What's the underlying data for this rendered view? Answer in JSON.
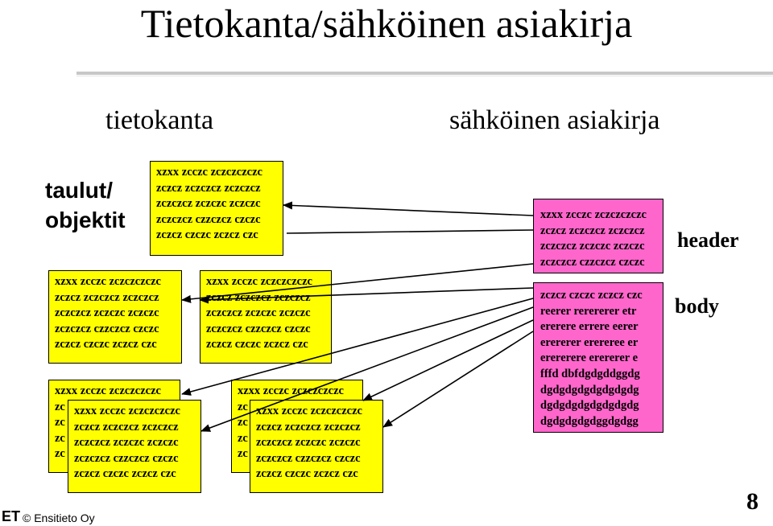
{
  "title": "Tietokanta/sähköinen asiakirja",
  "headings": {
    "left": "tietokanta",
    "right": "sähköinen asiakirja"
  },
  "labels": {
    "tables_line1": "taulut/",
    "tables_line2": "objektit",
    "header": "header",
    "body": "body"
  },
  "boxes": {
    "top_center": [
      "xzxx zcczc zczczczczc",
      "zczcz zczczcz zczczcz",
      "zczczcz zczczc zczczc",
      "zczczcz czzczcz czczc",
      "zczcz czczc zczcz czc"
    ],
    "mid_left": [
      "xzxx zcczc zczczczczc",
      "zczcz zczczcz zczczcz",
      "zczczcz zczczc zczczc",
      "zczczcz czzczcz czczc",
      "zczcz czczc zczcz czc"
    ],
    "mid_center": [
      "xzxx zcczc zczczczczc",
      "zczcz zczczcz zczczcz",
      "zczczcz zczczc zczczc",
      "zczczcz czzczcz czczc",
      "zczcz czczc zczcz czc"
    ],
    "bottom_left_back": [
      "xzxx zcczc zczczczczc",
      "zc",
      "zc",
      "zc",
      "zc"
    ],
    "bottom_left_front": [
      "xzxx zcczc zczczczczc",
      "zczcz zczczcz zczczcz",
      "zczczcz zczczc zczczc",
      "zczczcz czzczcz czczc",
      "zczcz czczc zczcz czc"
    ],
    "bottom_center_back": [
      "xzxx zcczc zczczczczc",
      "zc",
      "zc",
      "zc",
      "zc"
    ],
    "bottom_center_front": [
      "xzxx zcczc zczczczczc",
      "zczcz zczczcz zczczcz",
      "zczczcz zczczc zczczc",
      "zczczcz czzczcz czczc",
      "zczcz czczc zczcz czc"
    ]
  },
  "document": {
    "header": [
      "xzxx zcczc zczczczczc",
      "zczcz zczczcz zczczcz",
      "zczczcz zczczc zczczc",
      "zczczcz czzczcz czczc"
    ],
    "body": [
      "zczcz czczc zczcz czc",
      "reerer rerererer etr",
      "ererere errere eerer",
      "erererer erereree er",
      "erererere erererer e",
      "fffd dbfdgdgddggdg",
      "dgdgdgdgdgdgdgdg",
      "dgdgdgdgdgdgdgdg",
      "dgdgdgdgdggdgdgg"
    ]
  },
  "footer": {
    "logo": "ET",
    "copyright": "© Ensitieto Oy",
    "page": "8"
  },
  "colors": {
    "box_yellow": "#ffff00",
    "doc_pink": "#ff66cc"
  }
}
